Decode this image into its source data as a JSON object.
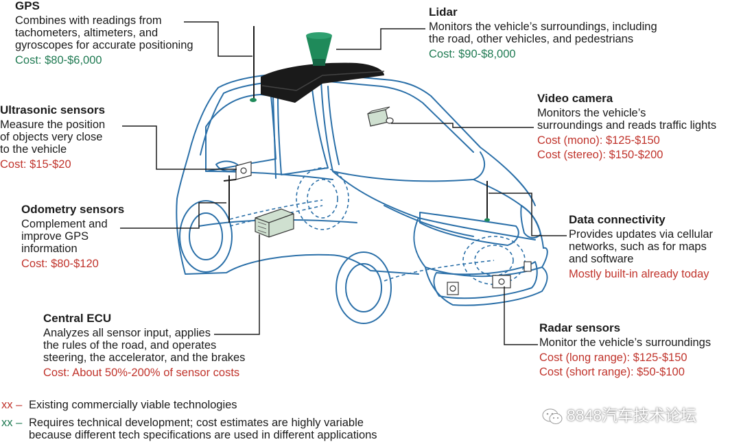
{
  "gps": {
    "title": "GPS",
    "description": "Combines with readings from\ntachometers, altimeters, and\ngyroscopes for accurate positioning",
    "costs": [
      "Cost: $80-$6,000"
    ]
  },
  "lidar": {
    "title": "Lidar",
    "description": "Monitors the vehicle’s surroundings, including\nthe road, other vehicles, and pedestrians",
    "costs": [
      "Cost: $90-$8,000"
    ]
  },
  "ultrasonic": {
    "title": "Ultrasonic sensors",
    "description": "Measure the position\nof objects very close\nto the vehicle",
    "costs": [
      "Cost: $15-$20"
    ]
  },
  "video_camera": {
    "title": "Video camera",
    "description": "Monitors the vehicle’s\nsurroundings and reads traffic lights",
    "costs": [
      "Cost (mono): $125-$150",
      "Cost (stereo): $150-$200"
    ]
  },
  "odometry": {
    "title": "Odometry sensors",
    "description": "Complement and\nimprove GPS\ninformation",
    "costs": [
      "Cost: $80-$120"
    ]
  },
  "data_connectivity": {
    "title": "Data connectivity",
    "description": "Provides updates via cellular\nnetworks, such as for maps\nand software",
    "costs": [
      "Mostly built-in already today"
    ]
  },
  "central_ecu": {
    "title": "Central ECU",
    "description": "Analyzes all sensor input, applies\nthe rules of the road, and operates\nsteering, the accelerator, and the brakes",
    "costs": [
      "Cost: About 50%-200% of sensor costs"
    ]
  },
  "radar": {
    "title": "Radar sensors",
    "description": "Monitor the vehicle’s surroundings",
    "costs": [
      "Cost (long range): $125-$150",
      "Cost (short range): $50-$100"
    ]
  },
  "legend": [
    {
      "mark": "xx",
      "dash": "–",
      "text": "Existing commercially viable technologies",
      "color": "#c0332b"
    },
    {
      "mark": "xx",
      "dash": "–",
      "text": "Requires technical development; cost estimates are highly variable\nbecause different tech specifications are used in different applications",
      "color": "#1f7a52"
    }
  ],
  "watermark": "8848汽车技术论坛",
  "colors": {
    "car_outline": "#2a6fa8",
    "sensor_green": "#1f8a5a",
    "leader": "#1a1a1a",
    "green_cost": "#1f7a52",
    "red_cost": "#c0332b"
  }
}
